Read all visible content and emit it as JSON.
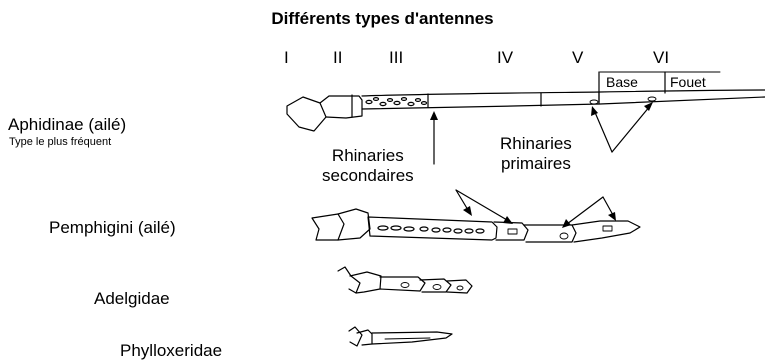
{
  "title": "Différents types d'antennes",
  "segments": [
    "I",
    "II",
    "III",
    "IV",
    "V",
    "VI"
  ],
  "segment_vi_parts": {
    "base": "Base",
    "fouet": "Fouet"
  },
  "groups": [
    {
      "name": "Aphidinae (ailé)",
      "note": "Type le plus fréquent"
    },
    {
      "name": "Pemphigini (ailé)"
    },
    {
      "name": "Adelgidae"
    },
    {
      "name": "Phylloxeridae"
    }
  ],
  "callouts": {
    "secondary": [
      "Rhinaries",
      "secondaires"
    ],
    "primary": [
      "Rhinaries",
      "primaires"
    ]
  }
}
